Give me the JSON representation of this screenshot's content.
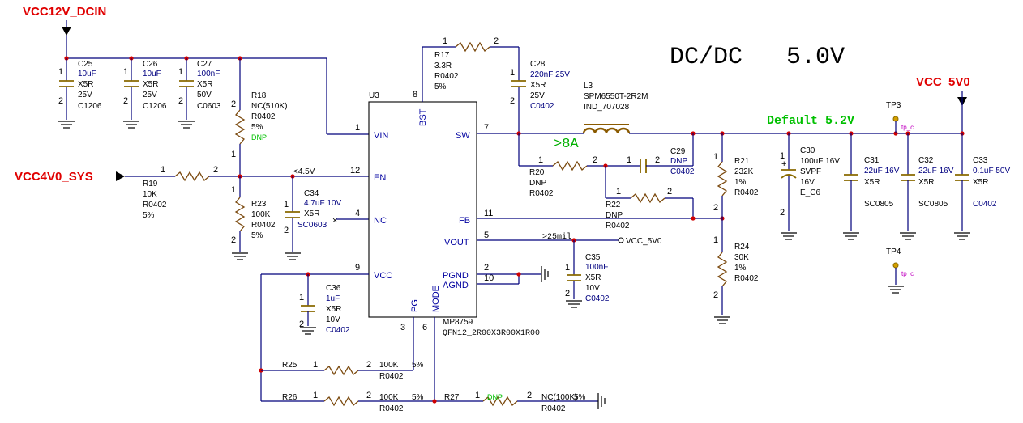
{
  "title": "DC/DC   5.0V",
  "note_default": "Default 5.2V",
  "note_8a": ">8A",
  "note_25mil": ">25mil",
  "note_lt45": "<4.5V",
  "nets": {
    "vcc12v": "VCC12V_DCIN",
    "vcc4v0": "VCC4V0_SYS",
    "vcc5v0": "VCC_5V0",
    "vcc5v0_port": "VCC_5V0"
  },
  "ic": {
    "ref": "U3",
    "part": "MP8759",
    "footprint": "QFN12_2R00X3R00X1R00",
    "pins": {
      "vin": {
        "num": "1",
        "name": "VIN"
      },
      "en": {
        "num": "12",
        "name": "EN"
      },
      "nc": {
        "num": "4",
        "name": "NC"
      },
      "vcc": {
        "num": "9",
        "name": "VCC"
      },
      "bst": {
        "num": "8",
        "name": "BST"
      },
      "sw": {
        "num": "7",
        "name": "SW"
      },
      "fb": {
        "num": "11",
        "name": "FB"
      },
      "vout": {
        "num": "5",
        "name": "VOUT"
      },
      "pgnd": {
        "num": "2",
        "name": "PGND"
      },
      "agnd": {
        "num": "10",
        "name": "AGND"
      },
      "pg": {
        "num": "3",
        "name": "PG"
      },
      "mode": {
        "num": "6",
        "name": "MODE"
      }
    }
  },
  "caps": {
    "c25": {
      "ref": "C25",
      "val": "10uF",
      "l1": "X5R",
      "l2": "25V",
      "l3": "C1206",
      "p1": "1",
      "p2": "2"
    },
    "c26": {
      "ref": "C26",
      "val": "10uF",
      "l1": "X5R",
      "l2": "25V",
      "l3": "C1206",
      "p1": "1",
      "p2": "2"
    },
    "c27": {
      "ref": "C27",
      "val": "100nF",
      "l1": "X5R",
      "l2": "50V",
      "l3": "C0603",
      "p1": "1",
      "p2": "2"
    },
    "c34": {
      "ref": "C34",
      "val": "4.7uF 10V",
      "l1": "X5R",
      "l3": "SC0603",
      "p1": "1",
      "p2": "2"
    },
    "c36": {
      "ref": "C36",
      "val": "1uF",
      "l1": "X5R",
      "l2": "10V",
      "l3": "C0402",
      "p1": "1",
      "p2": "2"
    },
    "c28": {
      "ref": "C28",
      "val": "220nF 25V",
      "l1": "X5R",
      "l2": "25V",
      "l3": "C0402",
      "p1": "1",
      "p2": "2"
    },
    "c29": {
      "ref": "C29",
      "val": "DNP",
      "l3": "C0402",
      "p1": "1",
      "p2": "2"
    },
    "c35": {
      "ref": "C35",
      "val": "100nF",
      "l1": "X5R",
      "l2": "10V",
      "l3": "C0402",
      "p1": "1",
      "p2": "2"
    },
    "c30": {
      "ref": "C30",
      "val": "100uF 16V",
      "l1": "SVPF",
      "l2": "16V",
      "l3": "E_C6",
      "p1": "1",
      "p2": "2"
    },
    "c31": {
      "ref": "C31",
      "val": "22uF 16V",
      "l1": "X5R",
      "l3": "SC0805"
    },
    "c32": {
      "ref": "C32",
      "val": "22uF 16V",
      "l1": "X5R",
      "l3": "SC0805"
    },
    "c33": {
      "ref": "C33",
      "val": "0.1uF 50V",
      "l1": "X5R",
      "l3": "C0402"
    }
  },
  "resistors": {
    "r18": {
      "ref": "R18",
      "val": "NC(510K)",
      "l1": "R0402",
      "l2": "5%",
      "dnp": "DNP",
      "p1": "2",
      "p2": "1"
    },
    "r19": {
      "ref": "R19",
      "val": "10K",
      "l1": "R0402",
      "l2": "5%",
      "p1": "1",
      "p2": "2"
    },
    "r23": {
      "ref": "R23",
      "val": "100K",
      "l1": "R0402",
      "l2": "5%",
      "p1": "1",
      "p2": "2"
    },
    "r17": {
      "ref": "R17",
      "val": "3.3R",
      "l1": "R0402",
      "l2": "5%",
      "p1": "1",
      "p2": "2"
    },
    "r20": {
      "ref": "R20",
      "val": "DNP",
      "l1": "R0402",
      "p1": "1",
      "p2": "2"
    },
    "r22": {
      "ref": "R22",
      "val": "DNP",
      "l1": "R0402",
      "p1": "1",
      "p2": "2"
    },
    "r21": {
      "ref": "R21",
      "val": "232K",
      "l1": "1%",
      "l2": "R0402",
      "p1": "1",
      "p2": "2"
    },
    "r24": {
      "ref": "R24",
      "val": "30K",
      "l1": "1%",
      "l2": "R0402",
      "p1": "1",
      "p2": "2"
    },
    "r25": {
      "ref": "R25",
      "val": "100K",
      "l1": "R0402",
      "l2": "5%",
      "p1": "1",
      "p2": "2"
    },
    "r26": {
      "ref": "R26",
      "val": "100K",
      "l1": "R0402",
      "l2": "5%",
      "p1": "1",
      "p2": "2"
    },
    "r27": {
      "ref": "R27",
      "val": "NC(100K)",
      "l1": "R0402",
      "l2": "5%",
      "dnp": "DNP",
      "p1": "1",
      "p2": "2"
    }
  },
  "inductor": {
    "ref": "L3",
    "val": "SPM6550T-2R2M",
    "l1": "IND_707028"
  },
  "testpoints": {
    "tp3": {
      "ref": "TP3",
      "tag": "tp_c"
    },
    "tp4": {
      "ref": "TP4",
      "tag": "tp_c"
    }
  }
}
